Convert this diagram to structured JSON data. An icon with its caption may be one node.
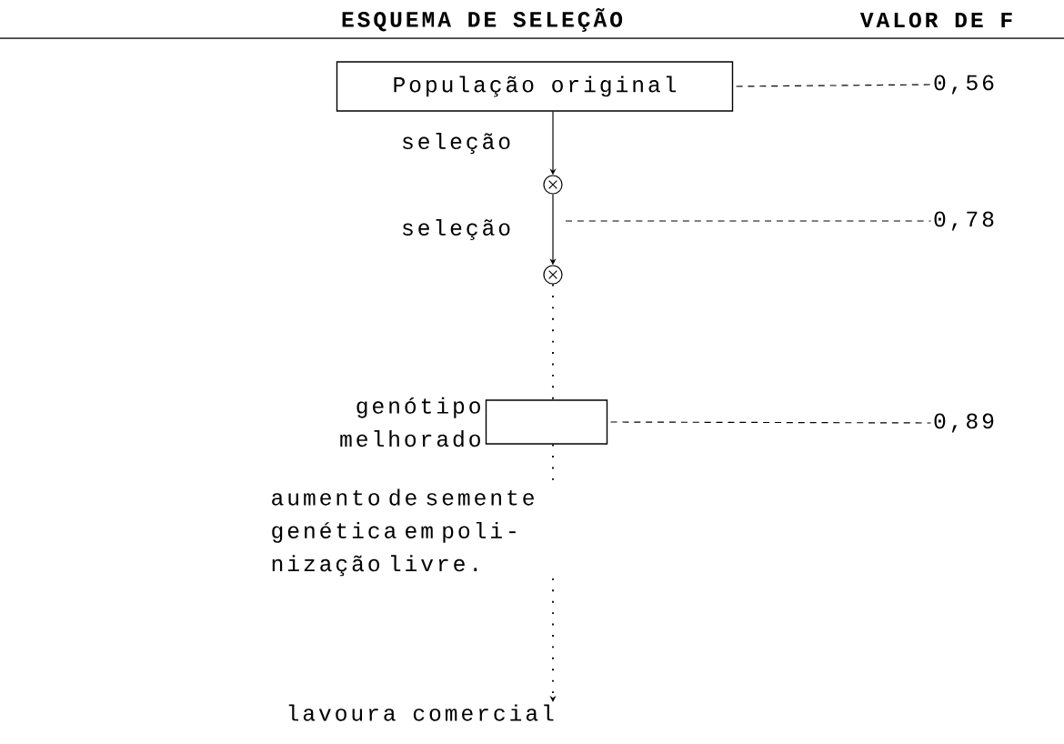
{
  "diagram": {
    "title": "ESQUEMA DE SELEÇÃO",
    "nodes": [
      {
        "text": [
          "População original"
        ]
      },
      {
        "text": [],
        "shape": "circle"
      },
      {
        "text": [],
        "shape": "circle"
      },
      {
        "text": [],
        "shape": "box",
        "beside": [
          "genótipo melhorado"
        ]
      },
      {
        "text": [
          "aumento de semente genética em poli- nização livre."
        ]
      },
      {
        "text": [
          "lavoura comercial"
        ]
      },
      {
        "text": [
          "0,56"
        ]
      },
      {
        "text": [
          "0,78"
        ]
      },
      {
        "text": [
          "0,89"
        ]
      }
    ],
    "edges": [
      {
        "from": 0,
        "to": 1,
        "arrow": "to",
        "label": "seleção"
      },
      {
        "from": 1,
        "to": 2,
        "arrow": "to",
        "label": "seleção"
      },
      {
        "from": 2,
        "to": 3,
        "arrow": "none",
        "style": "dashed"
      },
      {
        "from": 3,
        "to": 4,
        "arrow": "none",
        "style": "dashed"
      },
      {
        "from": 4,
        "to": 5,
        "arrow": "to",
        "style": "dashed"
      },
      {
        "from": 0,
        "to": 6,
        "arrow": "none",
        "style": "dashed"
      },
      {
        "from": null,
        "to": 7,
        "arrow": "none",
        "style": "dashed"
      },
      {
        "from": 3,
        "to": 8,
        "arrow": "none",
        "style": "dashed"
      }
    ],
    "labels": [
      "VALOR DE F"
    ]
  }
}
